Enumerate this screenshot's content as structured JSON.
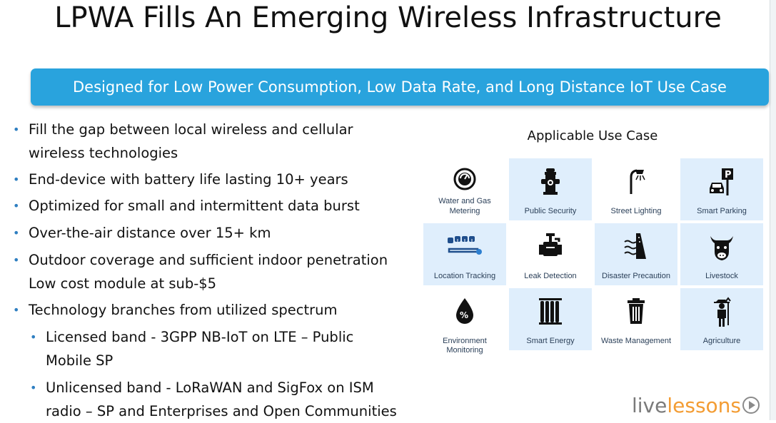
{
  "title": "LPWA Fills An Emerging Wireless Infrastructure",
  "banner": "Designed for Low Power Consumption, Low Data Rate, and Long Distance IoT Use Case",
  "bullets": [
    {
      "line1": "Fill the gap between local wireless and cellular",
      "line2": "wireless technologies"
    },
    {
      "line1": "End-device with battery life lasting 10+ years"
    },
    {
      "line1": "Optimized for small and intermittent data burst"
    },
    {
      "line1": "Over-the-air distance over 15+ km"
    },
    {
      "line1": "Outdoor coverage and sufficient indoor penetration",
      "line2": "Low cost module at sub-$5"
    },
    {
      "line1": "Technology branches from utilized spectrum"
    }
  ],
  "subbullets": [
    {
      "line1": "Licensed band - 3GPP NB-IoT on LTE – Public",
      "line2": "Mobile SP"
    },
    {
      "line1": "Unlicensed band - LoRaWAN and SigFox on ISM",
      "line2": "radio – SP and Enterprises and Open Communities"
    }
  ],
  "usecase": {
    "title": "Applicable Use Case",
    "items": [
      {
        "label": "Water and Gas",
        "label2": "Metering",
        "icon": "meter-icon"
      },
      {
        "label": "Public Security",
        "icon": "hydrant-icon"
      },
      {
        "label": "Street Lighting",
        "icon": "streetlight-icon"
      },
      {
        "label": "Smart Parking",
        "icon": "parking-icon"
      },
      {
        "label": "Location Tracking",
        "icon": "tracking-icon"
      },
      {
        "label": "Leak Detection",
        "icon": "valve-icon"
      },
      {
        "label": "Disaster Precaution",
        "icon": "dam-icon"
      },
      {
        "label": "Livestock",
        "icon": "cow-icon"
      },
      {
        "label": "Environment Monitoring",
        "icon": "drop-icon"
      },
      {
        "label": "Smart Energy",
        "icon": "radiator-icon"
      },
      {
        "label": "Waste Management",
        "icon": "trash-icon"
      },
      {
        "label": "Agriculture",
        "icon": "farmer-icon"
      }
    ]
  },
  "logo": {
    "live": "live",
    "lessons": "lessons"
  },
  "colors": {
    "banner": "#29a3dd",
    "bullet": "#2f7fc1",
    "cell_shade": "#dfeefc",
    "logo_accent": "#f39c33"
  }
}
